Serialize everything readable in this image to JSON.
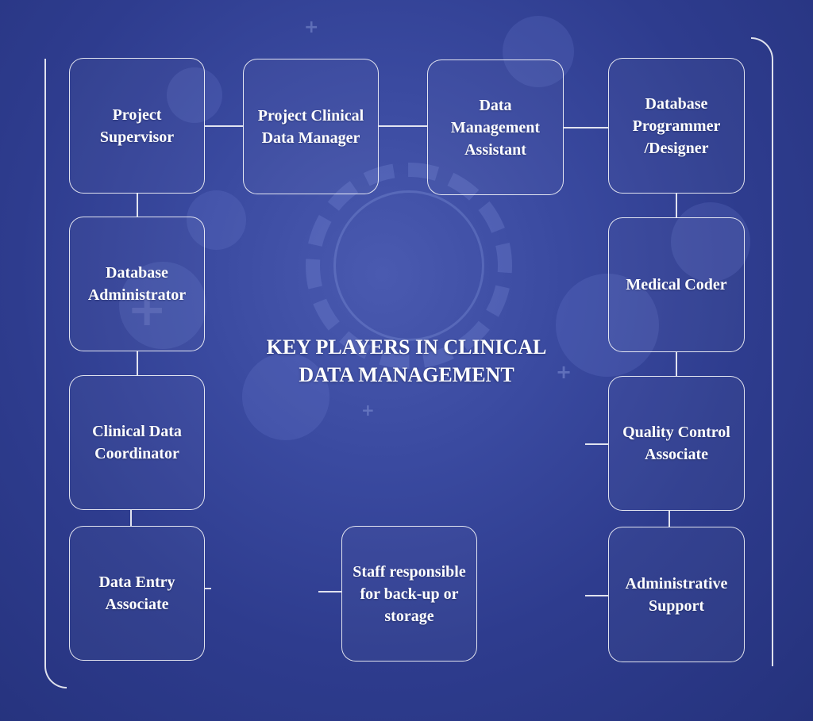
{
  "title": {
    "line1": "KEY PLAYERS IN CLINICAL",
    "line2": "DATA MANAGEMENT"
  },
  "roles": {
    "project_supervisor": "Project\nSupervisor",
    "project_clinical_data_manager": "Project Clinical\nData Manager",
    "data_management_assistant": "Data\nManagement\nAssistant",
    "database_programmer_designer": "Database\nProgrammer\n/Designer",
    "database_administrator": "Database\nAdministrator",
    "medical_coder": "Medical Coder",
    "clinical_data_coordinator": "Clinical Data\nCoordinator",
    "quality_control_associate": "Quality Control\nAssociate",
    "data_entry_associate": "Data Entry\nAssociate",
    "staff_backup_storage": "Staff responsible\nfor back-up or\nstorage",
    "administrative_support": "Administrative\nSupport"
  }
}
